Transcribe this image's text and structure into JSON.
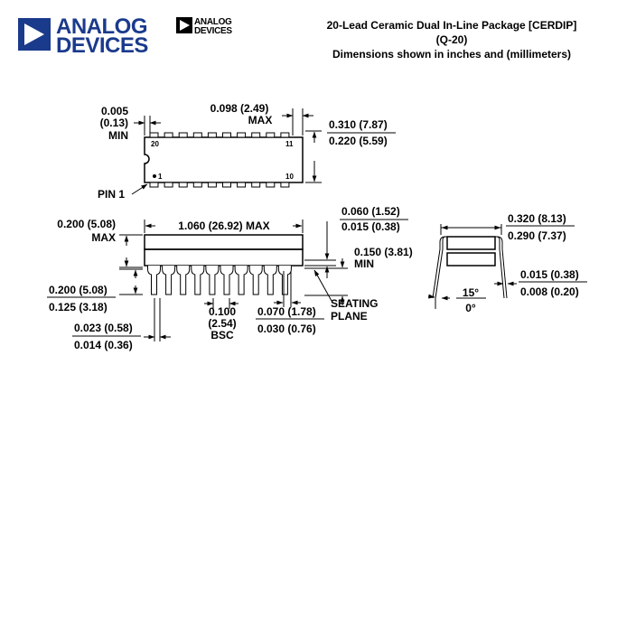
{
  "header": {
    "logo_primary_line1": "ANALOG",
    "logo_primary_line2": "DEVICES",
    "logo_secondary_line1": "ANALOG",
    "logo_secondary_line2": "DEVICES",
    "title_line1": "20-Lead Ceramic Dual In-Line Package [CERDIP]",
    "title_line2": "(Q-20)",
    "title_line3": "Dimensions shown in inches and (millimeters)"
  },
  "top_view": {
    "pin_20": "20",
    "pin_11": "11",
    "pin_1": "1",
    "pin_10": "10",
    "pin1_label": "PIN 1",
    "dim_end_gap": [
      "0.005",
      "(0.13)",
      "MIN"
    ],
    "dim_lead_offset": [
      "0.098 (2.49)",
      "MAX"
    ],
    "dim_body_width": [
      "0.310 (7.87)",
      "0.220 (5.59)"
    ]
  },
  "side_view": {
    "dim_body_height": [
      "0.200 (5.08)",
      "MAX"
    ],
    "dim_length": "1.060 (26.92) MAX",
    "dim_standoff": [
      "0.060 (1.52)",
      "0.015 (0.38)"
    ],
    "dim_lead_length": [
      "0.150 (3.81)",
      "MIN"
    ],
    "dim_seating_height": [
      "0.200 (5.08)",
      "0.125 (3.18)"
    ],
    "dim_lead_width": [
      "0.023 (0.58)",
      "0.014 (0.36)"
    ],
    "dim_pitch": [
      "0.100",
      "(2.54)",
      "BSC"
    ],
    "dim_shoulder_width": [
      "0.070 (1.78)",
      "0.030 (0.76)"
    ],
    "seating_plane": [
      "SEATING",
      "PLANE"
    ]
  },
  "end_view": {
    "dim_row_spacing": [
      "0.320 (8.13)",
      "0.290 (7.37)"
    ],
    "dim_lead_thickness": [
      "0.015 (0.38)",
      "0.008 (0.20)"
    ],
    "angle": [
      "15°",
      "0°"
    ]
  }
}
